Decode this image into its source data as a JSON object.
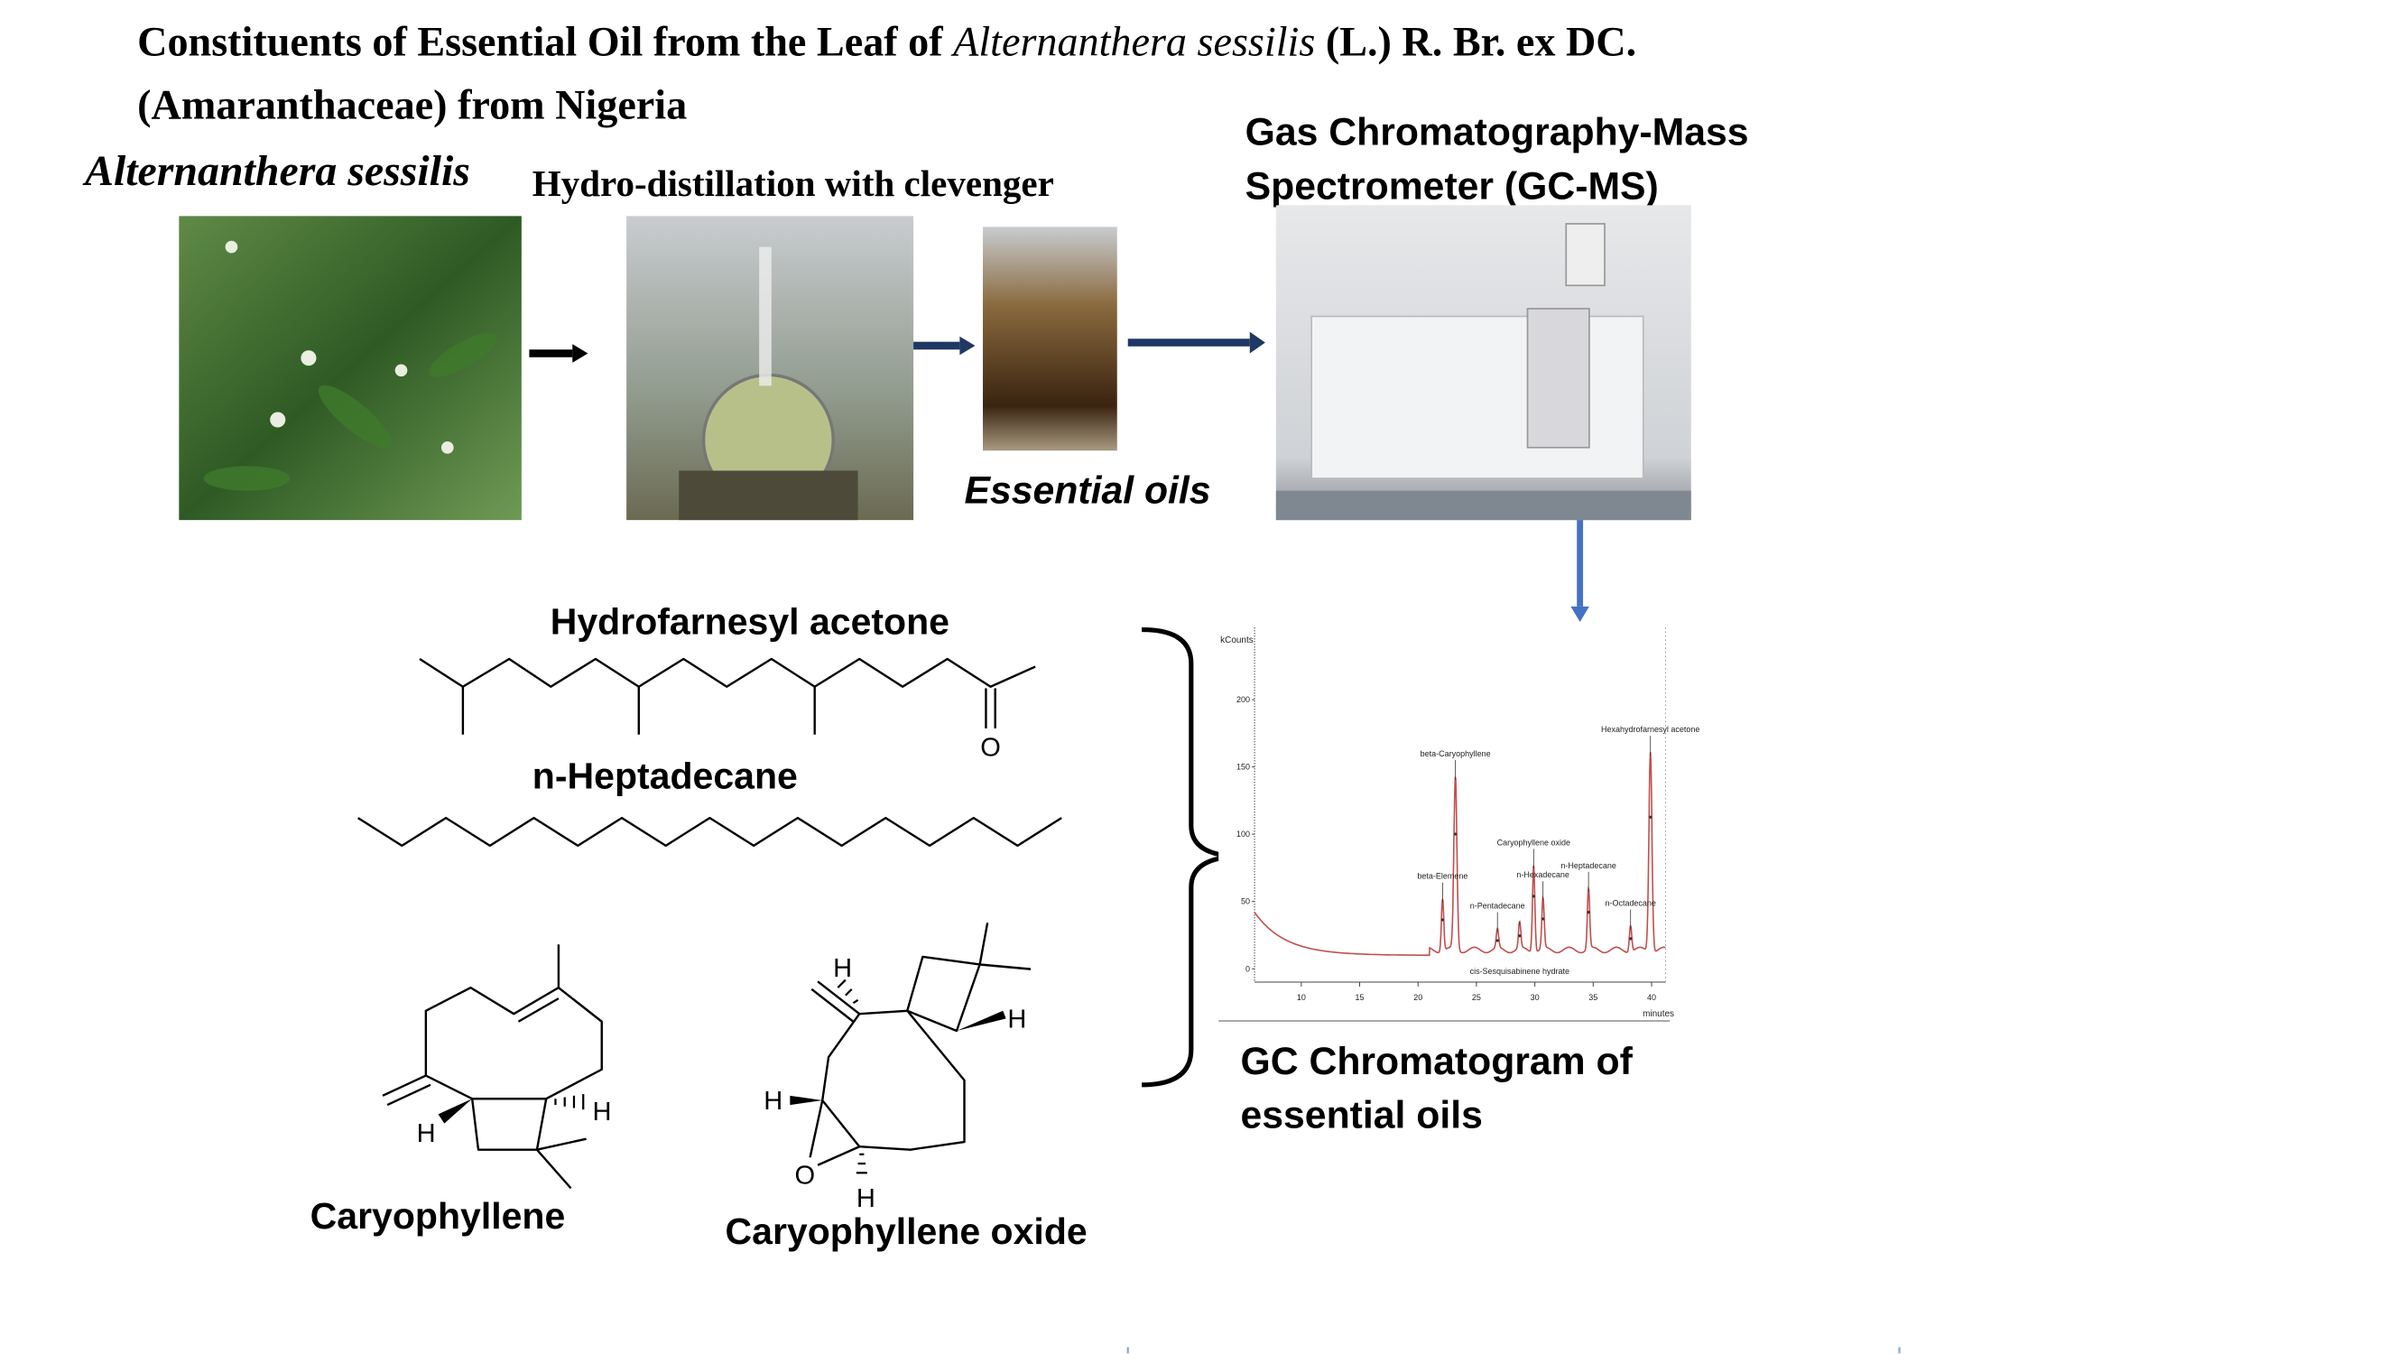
{
  "title": {
    "line1_pre": "Constituents of Essential Oil from the Leaf of ",
    "line1_italic": "Alternanthera sessilis",
    "line1_post": " (L.) R. Br. ex DC.",
    "line2": "(Amaranthaceae) from Nigeria"
  },
  "steps": {
    "plant_label": "Alternanthera sessilis",
    "distillation_label": "Hydro-distillation with clevenger",
    "oil_label": "Essential oils",
    "gcms_label_line1": "Gas Chromatography-Mass",
    "gcms_label_line2": "Spectrometer (GC-MS)",
    "chromatogram_label_line1": "GC Chromatogram of",
    "chromatogram_label_line2": "essential oils"
  },
  "compounds": {
    "hydrofarnesyl": "Hydrofarnesyl acetone",
    "heptadecane": "n-Heptadecane",
    "caryophyllene": "Caryophyllene",
    "caryophyllene_oxide": "Caryophyllene oxide",
    "atom_O": "O",
    "atom_H": "H"
  },
  "colors": {
    "arrow_dark": "#1f3864",
    "arrow_blue": "#4472c4",
    "trace": "#c0504d"
  },
  "chart_data": {
    "type": "line",
    "xlabel": "minutes",
    "ylabel": "kCounts",
    "xlim": [
      6,
      41.2
    ],
    "ylim": [
      0,
      250
    ],
    "xticks": [
      10,
      15,
      20,
      25,
      30,
      35,
      40
    ],
    "yticks": [
      0,
      50,
      100,
      150,
      200
    ],
    "grid": false,
    "peaks": [
      {
        "name": "beta-Elemene",
        "rt": 22.1,
        "height": 52
      },
      {
        "name": "beta-Caryophyllene",
        "rt": 23.2,
        "height": 143
      },
      {
        "name": "n-Pentadecane",
        "rt": 26.8,
        "height": 30
      },
      {
        "name": "cis-Sesquisabinene hydrate",
        "rt": 28.7,
        "height": 35
      },
      {
        "name": "Caryophyllene oxide",
        "rt": 29.9,
        "height": 77
      },
      {
        "name": "n-Hexadecane",
        "rt": 30.7,
        "height": 53
      },
      {
        "name": "n-Heptadecane",
        "rt": 34.6,
        "height": 60
      },
      {
        "name": "n-Octadecane",
        "rt": 38.2,
        "height": 32
      },
      {
        "name": "Hexahydrofarnesyl acetone",
        "rt": 39.9,
        "height": 161
      }
    ]
  }
}
